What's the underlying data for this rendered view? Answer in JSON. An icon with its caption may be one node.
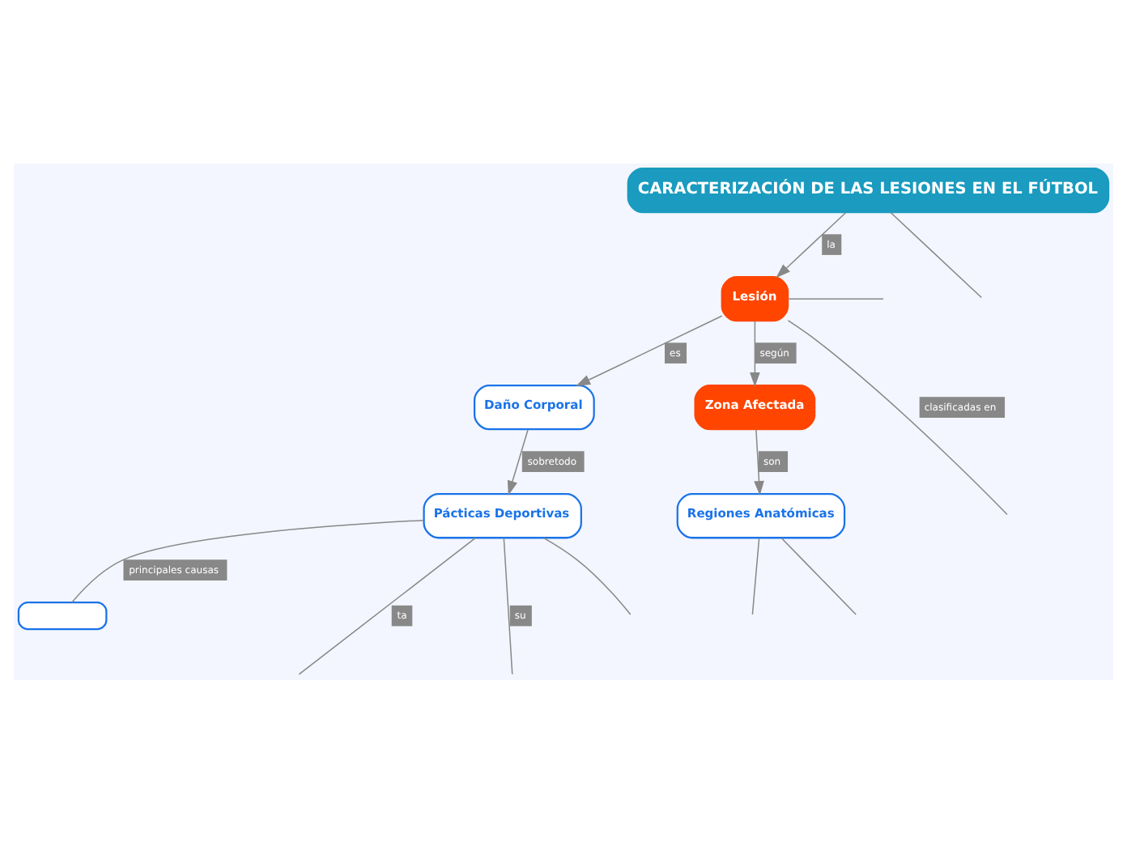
{
  "diagram": {
    "nodes": [
      {
        "text": [
          "CARACTERIZACIÓN DE LAS LESIONES EN EL FÚTBOL"
        ]
      },
      {
        "text": [
          "Lesión"
        ]
      },
      {
        "text": [
          "Daño Corporal"
        ]
      },
      {
        "text": [
          "Pácticas Deportivas"
        ]
      },
      {
        "text": [
          "Zona Afectada"
        ]
      },
      {
        "text": [
          "Regiones Anatómicas"
        ]
      },
      {
        "text": [],
        "shape": "box"
      }
    ],
    "edges": [
      {
        "from": 0,
        "to": 1,
        "arrow": "to",
        "label": "la"
      },
      {
        "from": 0,
        "to": null,
        "arrow": "none"
      },
      {
        "from": 1,
        "to": 2,
        "arrow": "to",
        "label": "es"
      },
      {
        "from": 2,
        "to": 3,
        "arrow": "to",
        "label": "sobretodo"
      },
      {
        "from": 1,
        "to": 4,
        "arrow": "to",
        "label": "según"
      },
      {
        "from": 4,
        "to": 5,
        "arrow": "to",
        "label": "son"
      },
      {
        "from": 1,
        "to": null,
        "arrow": "none",
        "label": "clasificadas en"
      },
      {
        "from": 1,
        "to": null,
        "arrow": "none"
      },
      {
        "from": 3,
        "to": null,
        "arrow": "none",
        "label": "ta"
      },
      {
        "from": 3,
        "to": null,
        "arrow": "none",
        "label": "su"
      },
      {
        "from": 3,
        "to": 6,
        "arrow": "none",
        "label": "principales causas"
      },
      {
        "from": 3,
        "to": null,
        "arrow": "none"
      },
      {
        "from": 5,
        "to": null,
        "arrow": "none"
      },
      {
        "from": 5,
        "to": null,
        "arrow": "none"
      }
    ]
  }
}
